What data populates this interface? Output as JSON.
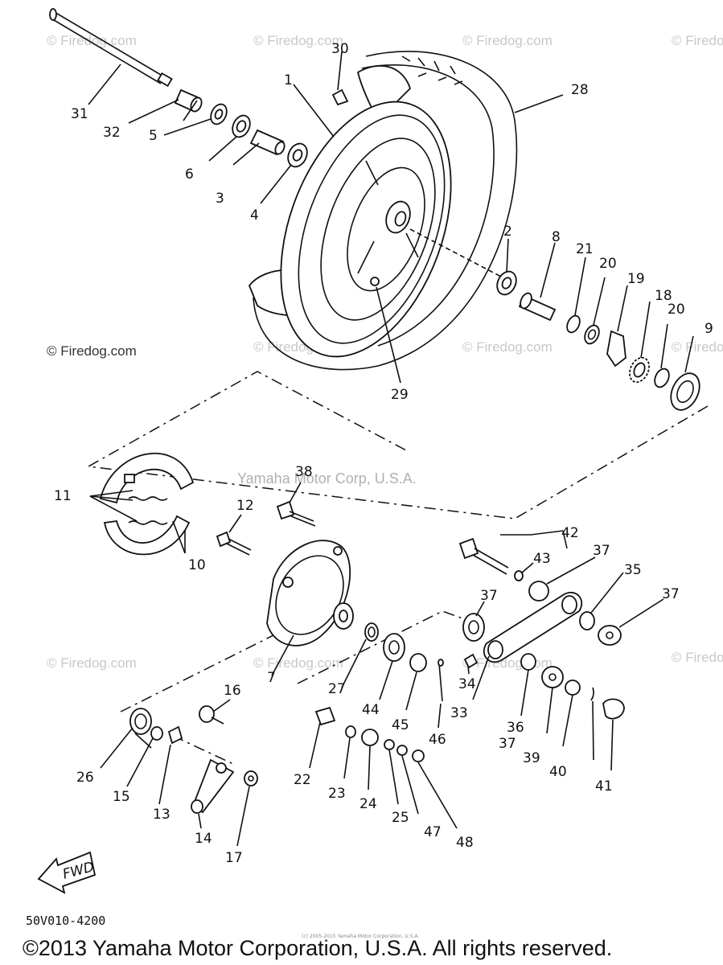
{
  "diagram": {
    "code": "50V010-4200",
    "copyright": "©2013 Yamaha Motor Corporation, U.S.A. All rights reserved.",
    "small_notice": "(c) 2005-2015 Yamaha Motor Corporation, U.S.A.",
    "corp_watermark": "Yamaha Motor Corp, U.S.A.",
    "watermark": "© Firedog.com",
    "fwd_label": "FWD"
  },
  "callouts": {
    "n1": "1",
    "n2": "2",
    "n3": "3",
    "n4": "4",
    "n5": "5",
    "n6": "6",
    "n7": "7",
    "n8": "8",
    "n9": "9",
    "n10": "10",
    "n11": "11",
    "n12": "12",
    "n13": "13",
    "n14": "14",
    "n15": "15",
    "n16": "16",
    "n17": "17",
    "n18": "18",
    "n19": "19",
    "n20": "20",
    "n21": "21",
    "n22": "22",
    "n23": "23",
    "n24": "24",
    "n25": "25",
    "n26": "26",
    "n27": "27",
    "n28": "28",
    "n29": "29",
    "n30": "30",
    "n31": "31",
    "n32": "32",
    "n33": "33",
    "n34": "34",
    "n35": "35",
    "n36": "36",
    "n37": "37",
    "n38": "38",
    "n39": "39",
    "n40": "40",
    "n41": "41",
    "n42": "42",
    "n43": "43",
    "n44": "44",
    "n45": "45",
    "n46": "46",
    "n47": "47",
    "n48": "48"
  }
}
